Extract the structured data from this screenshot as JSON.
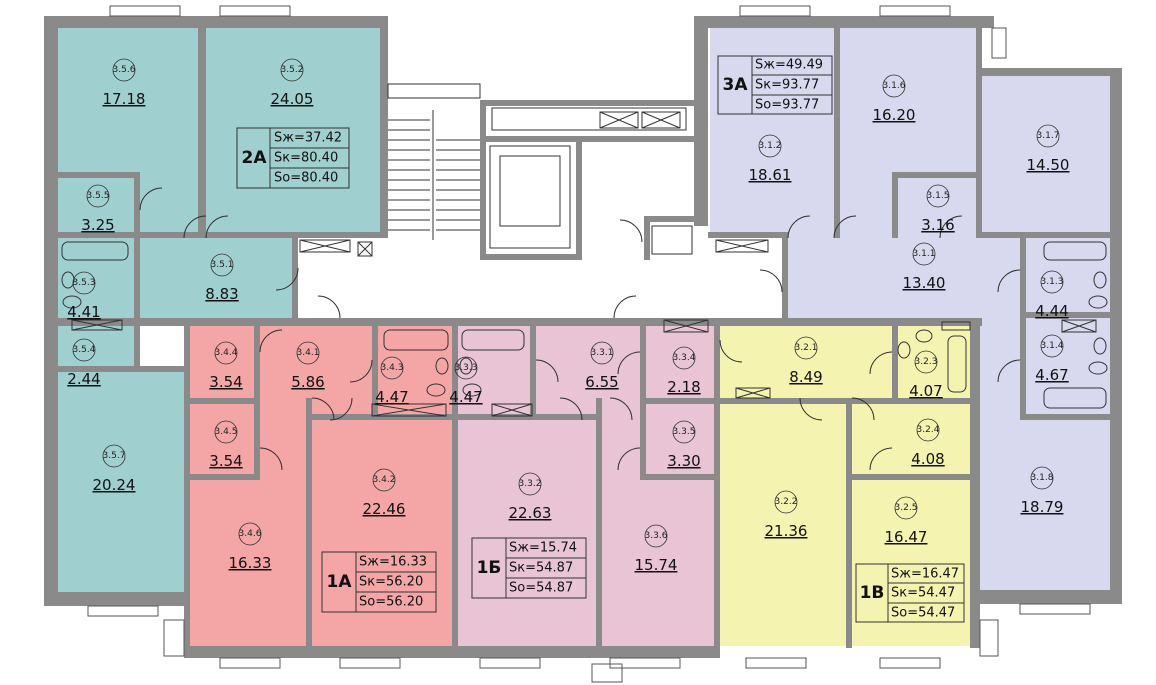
{
  "colors": {
    "teal": "#9fcfcf",
    "lavender": "#d8d8ee",
    "red": "#f4a6a6",
    "pink": "#e8c4d4",
    "yellow": "#f4f4b0",
    "wall": "#8a8a8a"
  },
  "apartments": [
    {
      "code": "2A",
      "zh": "Sж=37.42",
      "zk": "Sк=80.40",
      "zo": "Sо=80.40"
    },
    {
      "code": "3A",
      "zh": "Sж=49.49",
      "zk": "Sк=93.77",
      "zo": "Sо=93.77"
    },
    {
      "code": "1A",
      "zh": "Sж=16.33",
      "zk": "Sк=56.20",
      "zo": "Sо=56.20"
    },
    {
      "code": "1Б",
      "zh": "Sж=15.74",
      "zk": "Sк=54.87",
      "zo": "Sо=54.87"
    },
    {
      "code": "1B",
      "zh": "Sж=16.47",
      "zk": "Sк=54.47",
      "zo": "Sо=54.47"
    }
  ],
  "rooms": [
    {
      "num": "3.5.6",
      "area": "17.18"
    },
    {
      "num": "3.5.2",
      "area": "24.05"
    },
    {
      "num": "3.5.5",
      "area": "3.25"
    },
    {
      "num": "3.5.1",
      "area": "8.83"
    },
    {
      "num": "3.5.3",
      "area": "4.41"
    },
    {
      "num": "3.5.4",
      "area": "2.44"
    },
    {
      "num": "3.5.7",
      "area": "20.24"
    },
    {
      "num": "3.4.4",
      "area": "3.54"
    },
    {
      "num": "3.4.1",
      "area": "5.86"
    },
    {
      "num": "3.4.3",
      "area": "4.47"
    },
    {
      "num": "3.4.5",
      "area": "3.54"
    },
    {
      "num": "3.4.2",
      "area": "22.46"
    },
    {
      "num": "3.4.6",
      "area": "16.33"
    },
    {
      "num": "3.3.3",
      "area": "4.47"
    },
    {
      "num": "3.3.1",
      "area": "6.55"
    },
    {
      "num": "3.3.4",
      "area": "2.18"
    },
    {
      "num": "3.3.5",
      "area": "3.30"
    },
    {
      "num": "3.3.2",
      "area": "22.63"
    },
    {
      "num": "3.3.6",
      "area": "15.74"
    },
    {
      "num": "3.1.2",
      "area": "18.61"
    },
    {
      "num": "3.1.6",
      "area": "16.20"
    },
    {
      "num": "3.1.7",
      "area": "14.50"
    },
    {
      "num": "3.1.5",
      "area": "3.16"
    },
    {
      "num": "3.1.1",
      "area": "13.40"
    },
    {
      "num": "3.1.3",
      "area": "4.44"
    },
    {
      "num": "3.1.4",
      "area": "4.67"
    },
    {
      "num": "3.1.8",
      "area": "18.79"
    },
    {
      "num": "3.2.1",
      "area": "8.49"
    },
    {
      "num": "3.2.3",
      "area": "4.07"
    },
    {
      "num": "3.2.4",
      "area": "4.08"
    },
    {
      "num": "3.2.2",
      "area": "21.36"
    },
    {
      "num": "3.2.5",
      "area": "16.47"
    }
  ]
}
